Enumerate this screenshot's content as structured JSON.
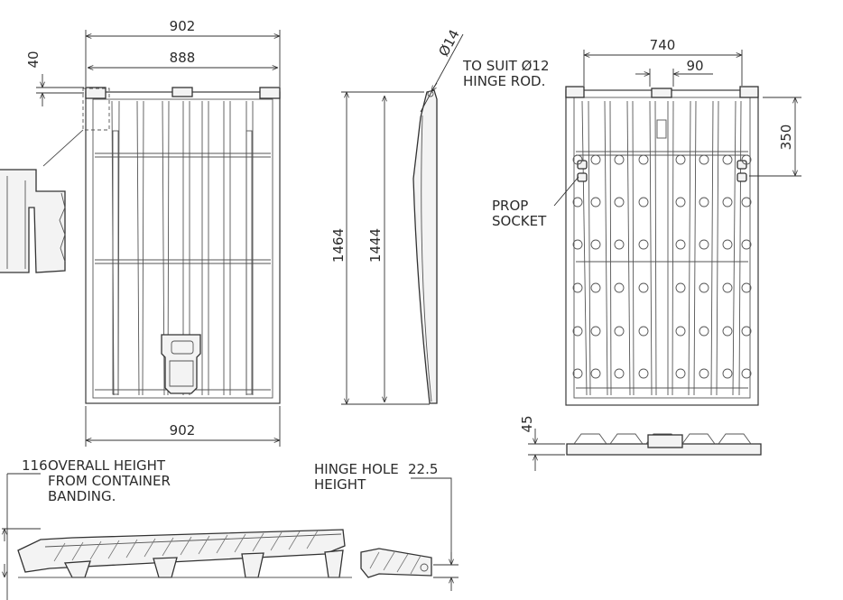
{
  "front_view": {
    "dim_top_outer": "902",
    "dim_top_inner": "888",
    "dim_side_lip": "40",
    "dim_bottom": "902"
  },
  "side_view": {
    "dim_hinge_dia": "Ø14",
    "note_line1": "TO SUIT Ø12",
    "note_line2": "HINGE ROD.",
    "dim_overall_length": "1464",
    "dim_inner_length": "1444"
  },
  "rear_view": {
    "dim_width": "740",
    "dim_center": "90",
    "dim_prop_height": "350",
    "prop_label_line1": "PROP",
    "prop_label_line2": "SOCKET",
    "dim_thickness": "45"
  },
  "section_view": {
    "dim_overall_height": "116",
    "note_line1": "OVERALL HEIGHT",
    "note_line2": "FROM CONTAINER",
    "note_line3": "BANDING.",
    "hinge_label_line1": "HINGE HOLE",
    "hinge_label_line2": "HEIGHT",
    "dim_hinge_height": "22.5"
  },
  "colors": {
    "line": "#3a3a3a",
    "fill": "#f3f3f3",
    "background": "#ffffff"
  }
}
